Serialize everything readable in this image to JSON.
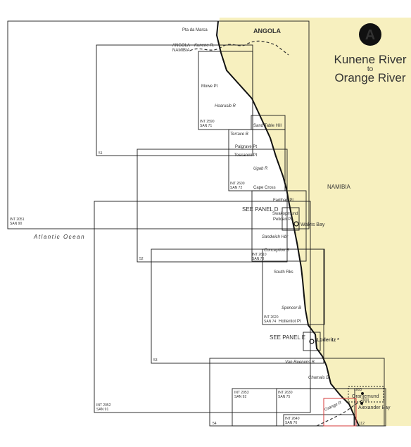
{
  "colors": {
    "land": "#f7f0bf",
    "sea": "#ffffff",
    "frame": "#1a1a1a",
    "coast": "#111111",
    "accent": "#d43a3a",
    "badge": "#111111"
  },
  "title": {
    "badge": "A",
    "line1": "Kunene River",
    "line2": "to",
    "line3": "Orange River"
  },
  "countries": {
    "angola": "ANGOLA",
    "namibia": "NAMIBIA"
  },
  "border_labels": {
    "angola": "ANGOLA",
    "kunene": "Kunene R.",
    "namibia": "NAMIBIA"
  },
  "ocean": "Atlantic Ocean",
  "places": {
    "pta_marca": "Pta da Marca",
    "mowe": "Mowe Pt",
    "hoarusib": "Hoarusib R",
    "sand_table": "Sand Table Hill",
    "terrace": "Terrace B",
    "palgrave": "Palgrave Pt",
    "toscanini": "Toscanini Pt",
    "ugab": "Ugab R",
    "cape_cross": "Cape Cross",
    "farilhao": "Farilhao Pt",
    "swakopmund": "Swakopmund",
    "pelican": "Pelican Pt",
    "walvis": "Walvis Bay",
    "sandwich": "Sandwich Hbr",
    "conception": "Conception B",
    "south_riks": "South Rks",
    "spencer": "Spencer B",
    "hottentot": "Hottentot Pt",
    "luderitz": "Lüderitz *",
    "van_reenens": "Van Reenens B",
    "chamais": "Chamais B",
    "oranjemund": "Oranjemund",
    "alexander": "Alexander Bay",
    "orange_r": "Orange R"
  },
  "panels": {
    "d": "SEE PANEL D",
    "e": "SEE PANEL E"
  },
  "charts": {
    "int2051": "INT 2051",
    "san90": "SAN 90",
    "int2052": "INT 2052",
    "san91": "SAN 91",
    "int2053": "INT 2053",
    "san92": "SAN 92",
    "int2590": "INT 2590",
    "san71": "SAN 71",
    "int2600": "INT 2600",
    "san72": "SAN 72",
    "int2610": "INT 2610",
    "san73": "SAN 73",
    "int2620": "INT 2620",
    "san74": "SAN 74",
    "int2630": "INT 2630",
    "san75": "SAN 75",
    "int2640": "INT 2640",
    "san76": "SAN 76",
    "n51": "51",
    "n52": "52",
    "n53": "53",
    "n54": "54",
    "n1003a": "1003",
    "n1003b": "1003",
    "n112": "112"
  }
}
